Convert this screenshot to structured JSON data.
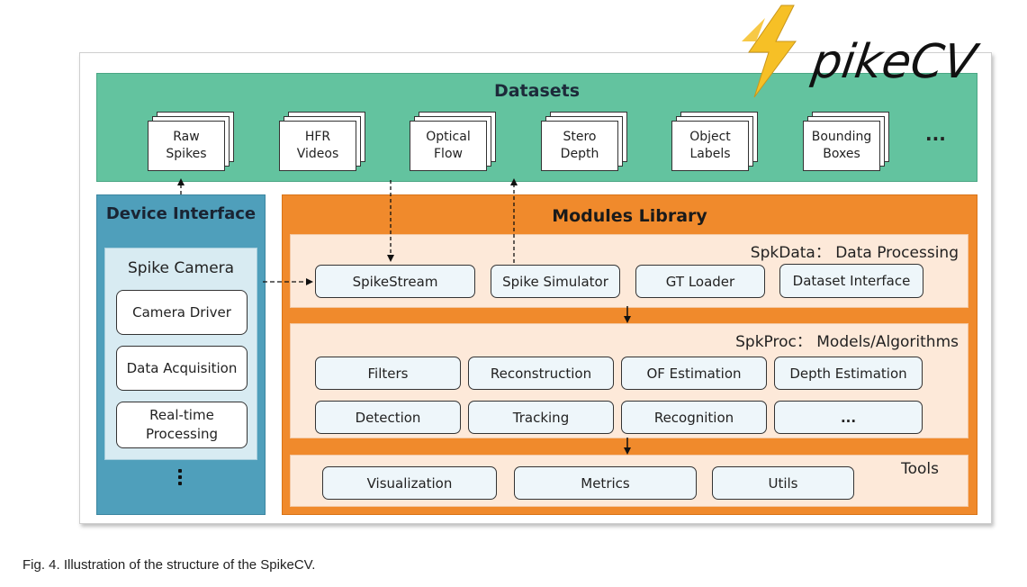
{
  "datasets": {
    "title": "Datasets",
    "items": [
      {
        "label": "Raw\nSpikes"
      },
      {
        "label": "HFR\nVideos"
      },
      {
        "label": "Optical\nFlow"
      },
      {
        "label": "Stero\nDepth"
      },
      {
        "label": "Object\nLabels"
      },
      {
        "label": "Bounding\nBoxes"
      }
    ],
    "more": "..."
  },
  "device_interface": {
    "title": "Device Interface",
    "spike_camera": {
      "title": "Spike Camera",
      "items": [
        "Camera Driver",
        "Data Acquisition",
        "Real-time\nProcessing"
      ]
    }
  },
  "modules_library": {
    "title": "Modules Library",
    "spkdata": {
      "label": "SpkData：  Data Processing",
      "items": [
        "SpikeStream",
        "Spike Simulator",
        "GT Loader",
        "Dataset Interface"
      ]
    },
    "spkproc": {
      "label": "SpkProc：  Models/Algorithms",
      "items": [
        "Filters",
        "Reconstruction",
        "OF Estimation",
        "Depth Estimation",
        "Detection",
        "Tracking",
        "Recognition",
        "..."
      ]
    },
    "tools": {
      "label": "Tools",
      "items": [
        "Visualization",
        "Metrics",
        "Utils"
      ]
    }
  },
  "logo": {
    "text": "pikeCV",
    "color_bolt": "#f6c026",
    "color_text": "#111111"
  },
  "caption": "Fig. 4. Illustration of the structure of the SpikeCV.",
  "colors": {
    "datasets": "#63c39f",
    "device": "#4f9fbb",
    "modules": "#f08a2c",
    "panel": "#fde9d9",
    "button": "#eef6fa"
  }
}
